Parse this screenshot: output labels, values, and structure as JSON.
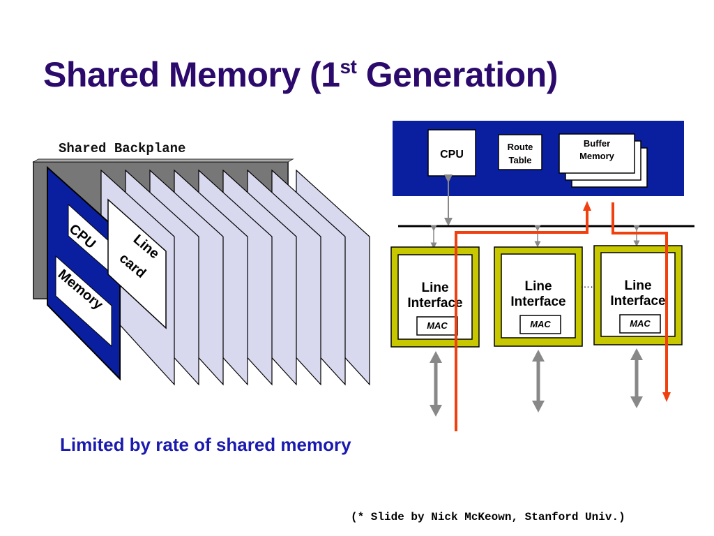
{
  "slide": {
    "title_main": "Shared Memory (1",
    "title_sup": "st",
    "title_end": " Generation)",
    "backplane_label": "Shared Backplane",
    "caption": "Limited by rate of shared memory",
    "credit": "(* Slide by Nick McKeown, Stanford Univ.)"
  },
  "left_diagram": {
    "cpu_label": "CPU",
    "memory_label": "Memory",
    "linecard_line1": "Line",
    "linecard_line2": "card",
    "card_count": 9
  },
  "right_diagram": {
    "top_box": {
      "cpu": "CPU",
      "route_table_line1": "Route",
      "route_table_line2": "Table",
      "buffer_line1": "Buffer",
      "buffer_line2": "Memory"
    },
    "interfaces": [
      {
        "line1": "Line",
        "line2": "Interface",
        "mac": "MAC"
      },
      {
        "line1": "Line",
        "line2": "Interface",
        "mac": "MAC"
      },
      {
        "line1": "Line",
        "line2": "Interface",
        "mac": "MAC"
      }
    ],
    "ellipsis": "……"
  },
  "colors": {
    "title": "#2b0a6b",
    "blue_panel": "#0a1fa0",
    "interface_border": "#c8c800",
    "packet_path": "#f04010",
    "caption": "#1a1ab0",
    "card_fill": "#d8d8ee"
  }
}
